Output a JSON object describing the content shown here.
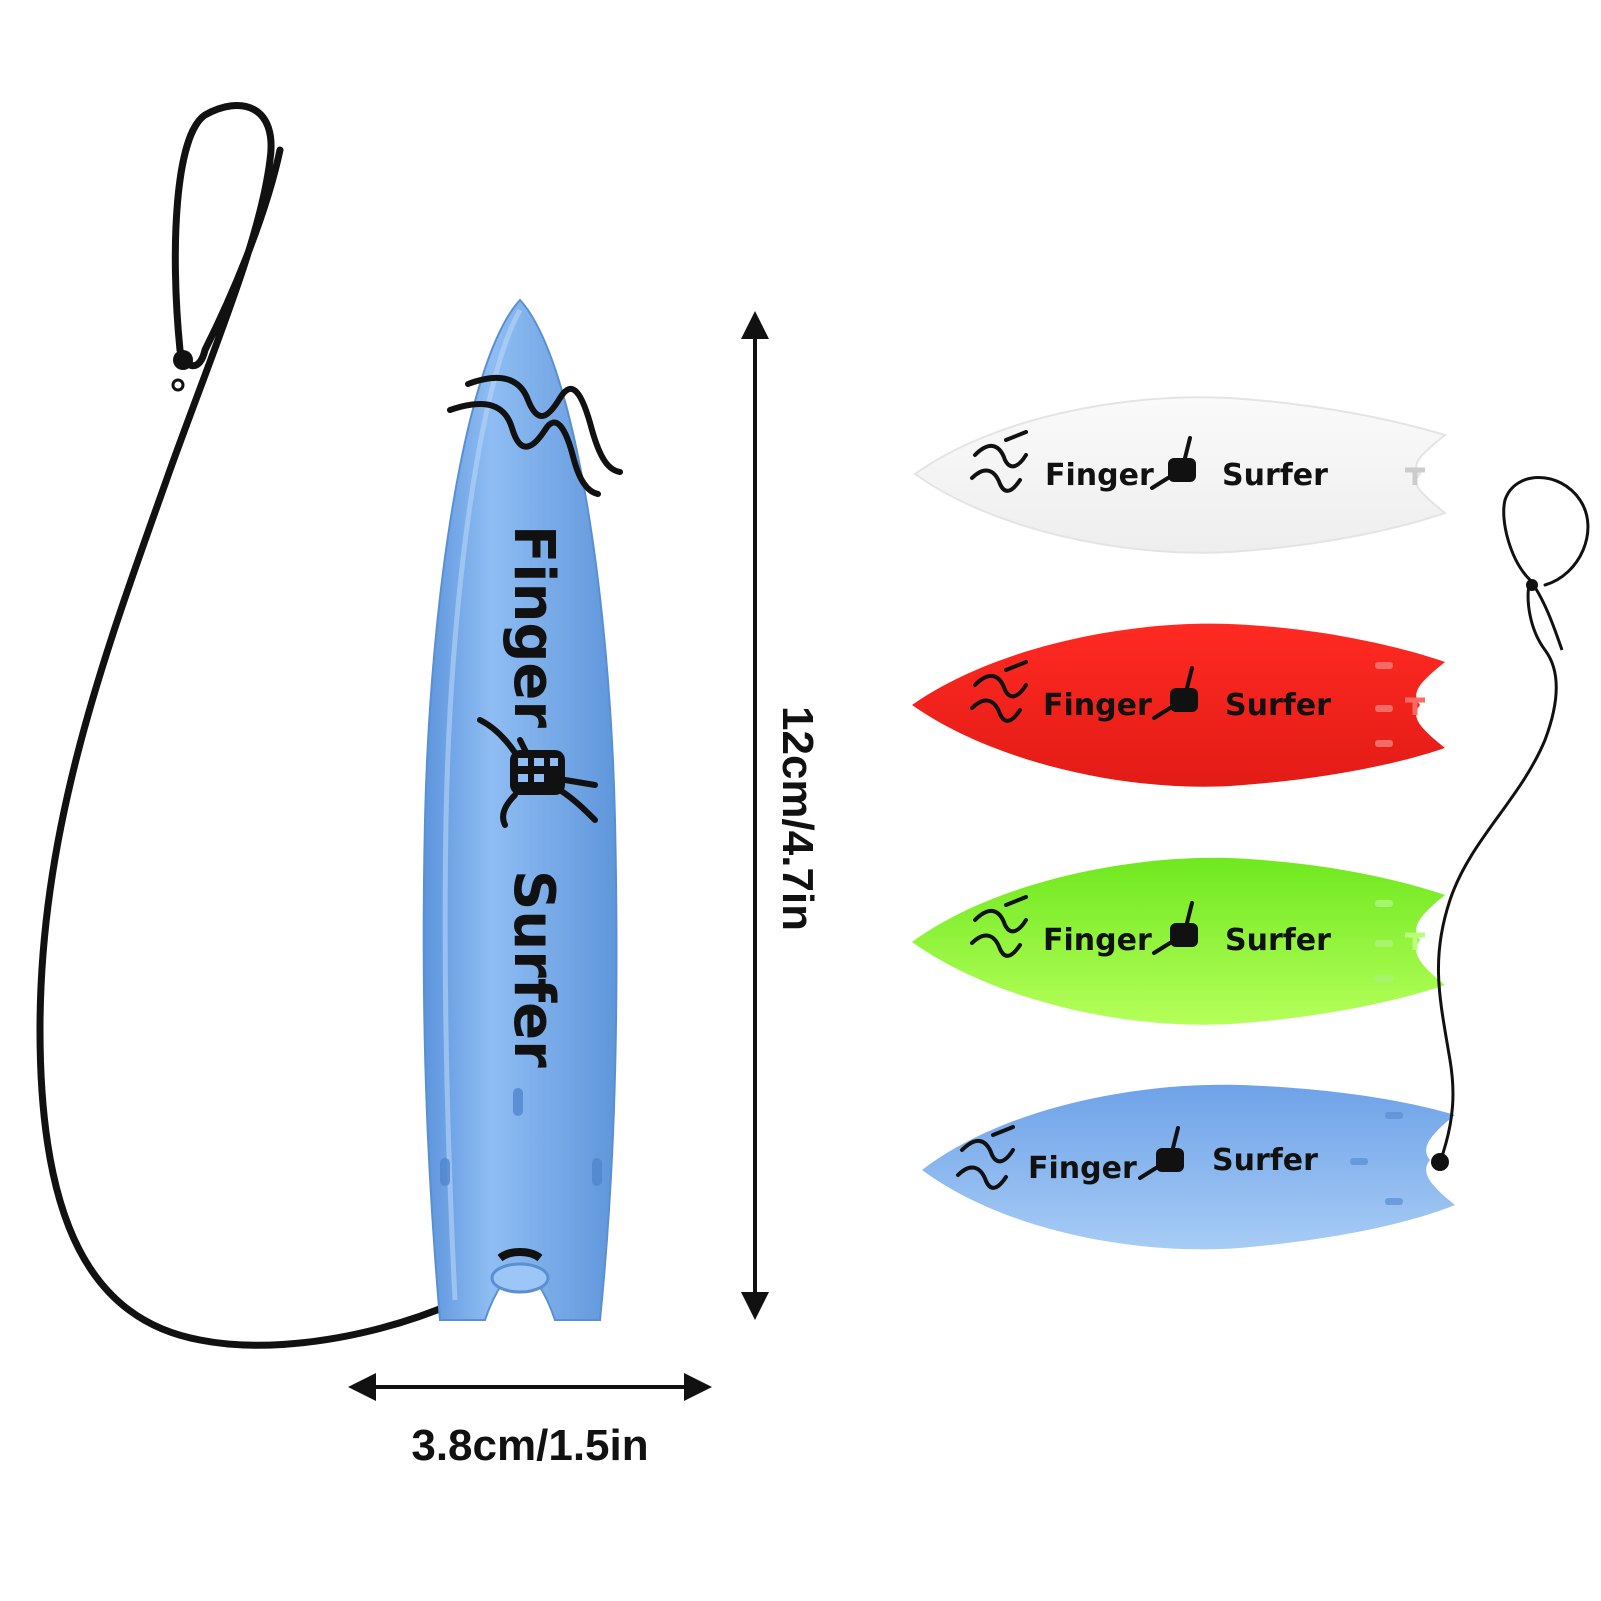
{
  "product": {
    "brand_word_1": "Finger",
    "brand_word_2": "Surfer",
    "board_colors": [
      "#ffffff",
      "#ff2a22",
      "#7ef02a",
      "#6fa6ea"
    ],
    "main_board_color": "#6fa6ea"
  },
  "dimensions": {
    "length_label": "12cm/4.7in",
    "width_label": "3.8cm/1.5in"
  },
  "icons": {
    "logo": "wave-icon",
    "hand": "shaka-skeleton-hand-icon"
  }
}
